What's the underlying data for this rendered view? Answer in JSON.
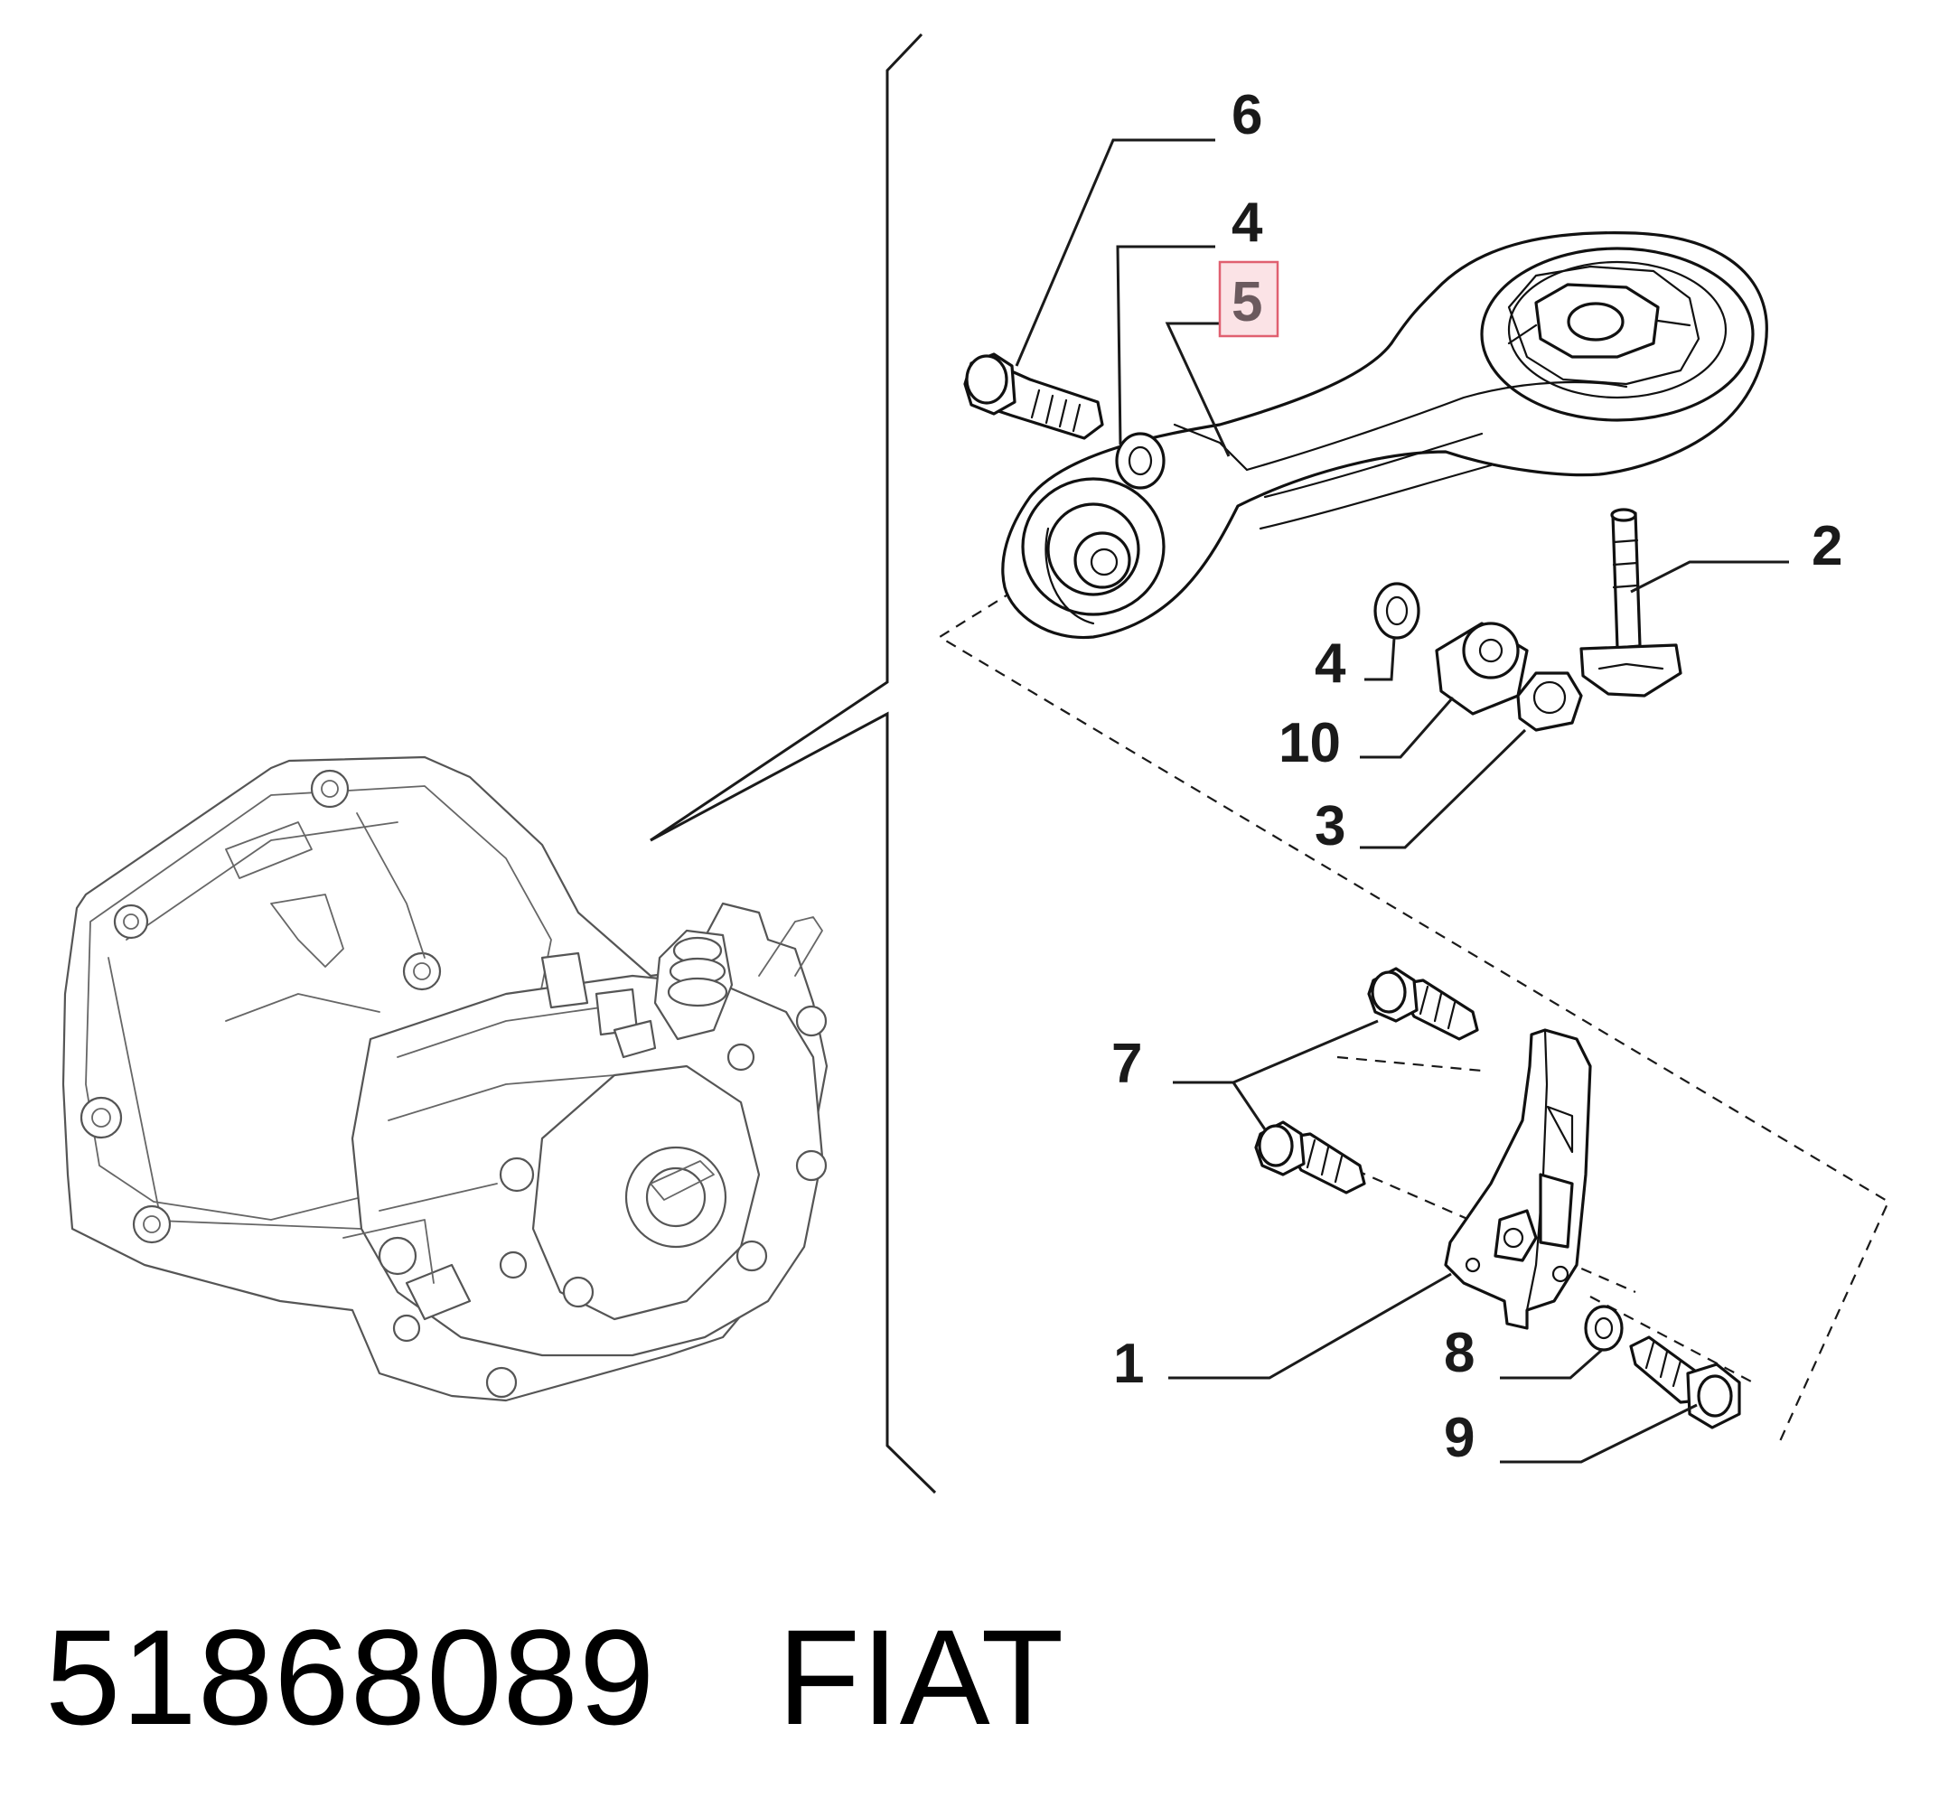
{
  "callouts": {
    "c1": "1",
    "c2": "2",
    "c3": "3",
    "c4a": "4",
    "c4b": "4",
    "c5": "5",
    "c6": "6",
    "c7": "7",
    "c8": "8",
    "c9": "9",
    "c10": "10"
  },
  "highlight": {
    "callout": "5",
    "border_color": "#e06070",
    "fill_color": "#fbe3e6"
  },
  "footer": {
    "part_number": "51868089",
    "brand": "FIAT"
  }
}
